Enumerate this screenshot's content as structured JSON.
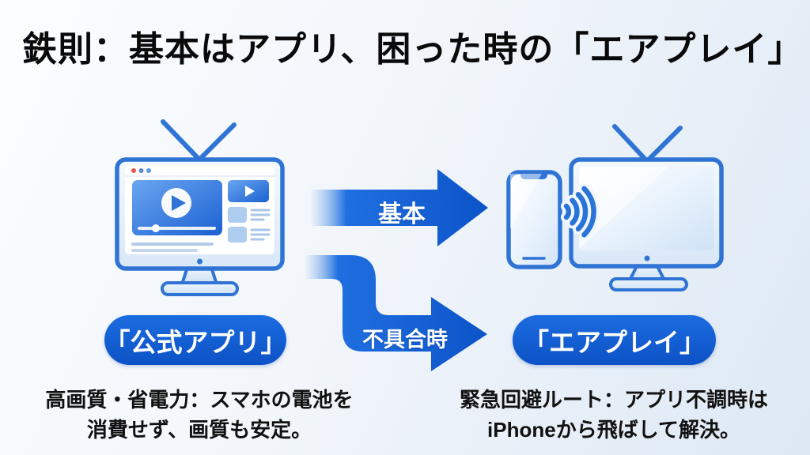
{
  "title": "鉄則：基本はアプリ、困った時の「エアプレイ」",
  "flow": {
    "basic_arrow_label": "基本",
    "fallback_arrow_label": "不具合時"
  },
  "left_column": {
    "badge_label": "「公式アプリ」",
    "caption_line1": "高画質・省電力：スマホの電池を",
    "caption_line2": "消費せず、画質も安定。"
  },
  "right_column": {
    "badge_label": "「エアプレイ」",
    "caption_line1": "緊急回避ルート：アプリ不調時は",
    "caption_line2": "iPhoneから飛ばして解決。"
  },
  "icons": {
    "left_illustration": "tv-streaming-app-icon",
    "right_illustration": "iphone-airplay-to-tv-icon"
  },
  "colors": {
    "accent_blue": "#1160d8",
    "outline_blue": "#2f74d4",
    "title_text": "#0a0a0a",
    "background_light": "#fbfdfe",
    "background_dark": "#dde8f4"
  }
}
